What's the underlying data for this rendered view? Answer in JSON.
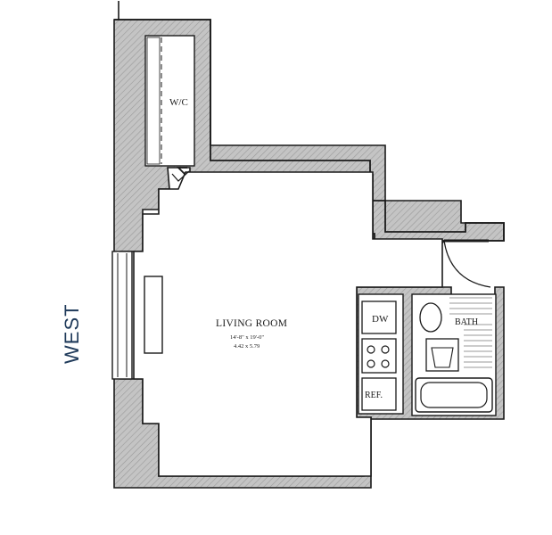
{
  "compass": {
    "west": "WEST"
  },
  "rooms": {
    "walk_in_closet": "W/C",
    "living_room": "LIVING ROOM",
    "living_dims_imperial": "14'-8\" x 19'-0\"",
    "living_dims_metric": "4.42 x 5.79",
    "dishwasher": "DW",
    "bath": "BATH",
    "refrigerator": "REF."
  },
  "colors": {
    "wall_fill": "#bcbcbc",
    "line": "#1a1a1a",
    "label_west": "#1f3a5a"
  }
}
